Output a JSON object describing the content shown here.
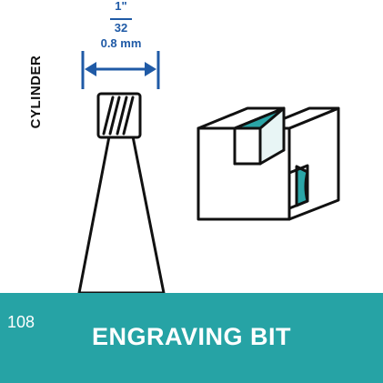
{
  "dimension": {
    "fraction_numerator": "1\"",
    "fraction_denominator": "32",
    "metric": "0.8 mm"
  },
  "bit": {
    "shape_label": "CYLINDER"
  },
  "footer": {
    "code": "108",
    "product_name": "ENGRAVING BIT"
  },
  "colors": {
    "accent_teal": "#26a3a5",
    "dimension_blue": "#1f5aa6",
    "outline": "#111111",
    "cut_fill": "#2aa5a7"
  }
}
